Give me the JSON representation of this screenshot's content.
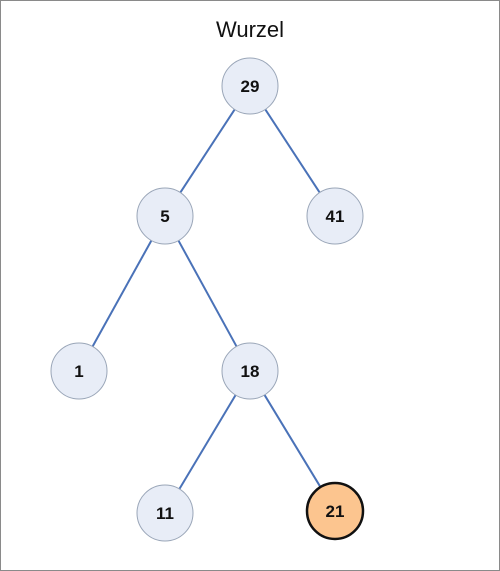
{
  "root_label": "Wurzel",
  "colors": {
    "edge": "#4a72b8",
    "node_fill": "#e8edf7",
    "node_stroke": "#9aa6b8",
    "highlight_fill": "#fcc58f",
    "highlight_stroke": "#111111"
  },
  "tree": {
    "nodes": [
      {
        "id": "n29",
        "label": "29"
      },
      {
        "id": "n5",
        "label": "5"
      },
      {
        "id": "n41",
        "label": "41"
      },
      {
        "id": "n1",
        "label": "1"
      },
      {
        "id": "n18",
        "label": "18"
      },
      {
        "id": "n11",
        "label": "11"
      },
      {
        "id": "n21",
        "label": "21",
        "highlighted": true
      }
    ],
    "edges": [
      {
        "from": "n29",
        "to": "n5"
      },
      {
        "from": "n29",
        "to": "n41"
      },
      {
        "from": "n5",
        "to": "n1"
      },
      {
        "from": "n5",
        "to": "n18"
      },
      {
        "from": "n18",
        "to": "n11"
      },
      {
        "from": "n18",
        "to": "n21"
      }
    ]
  }
}
